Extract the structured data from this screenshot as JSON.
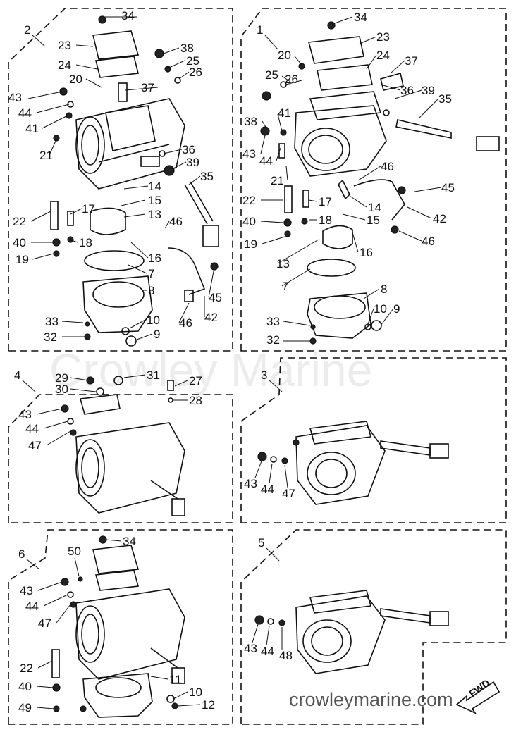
{
  "watermark": "Crowley Marine",
  "site": "crowleymarine.com",
  "fwd_label": "FWD",
  "sections": [
    "1",
    "2",
    "3",
    "4",
    "5",
    "6"
  ],
  "labels": {
    "s2": [
      "34",
      "23",
      "38",
      "24",
      "25",
      "26",
      "20",
      "37",
      "43",
      "44",
      "41",
      "21",
      "36",
      "39",
      "35",
      "14",
      "15",
      "22",
      "17",
      "13",
      "46",
      "40",
      "18",
      "16",
      "19",
      "7",
      "8",
      "45",
      "33",
      "10",
      "46",
      "42",
      "32",
      "9"
    ],
    "s1": [
      "34",
      "23",
      "20",
      "24",
      "37",
      "25",
      "26",
      "36",
      "39",
      "35",
      "41",
      "38",
      "43",
      "44",
      "21",
      "46",
      "45",
      "22",
      "17",
      "14",
      "40",
      "18",
      "15",
      "42",
      "19",
      "16",
      "46",
      "13",
      "7",
      "8",
      "33",
      "10",
      "9",
      "32"
    ],
    "s4": [
      "29",
      "31",
      "27",
      "30",
      "28",
      "43",
      "44",
      "47"
    ],
    "s3": [
      "43",
      "44",
      "47"
    ],
    "s6": [
      "34",
      "50",
      "43",
      "44",
      "47",
      "22",
      "11",
      "10",
      "40",
      "49",
      "12"
    ],
    "s5": [
      "43",
      "44",
      "48"
    ]
  }
}
